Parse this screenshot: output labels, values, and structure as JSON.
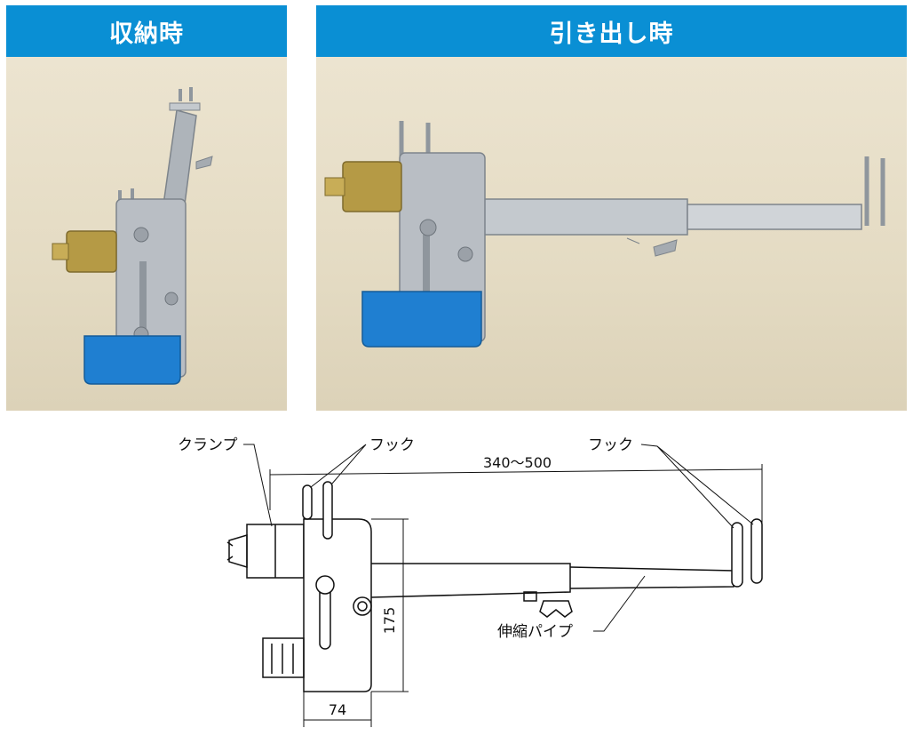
{
  "panels": {
    "stored": {
      "title": "収納時"
    },
    "extended": {
      "title": "引き出し時"
    }
  },
  "drawing": {
    "labels": {
      "clamp": "クランプ",
      "hook_left": "フック",
      "hook_right": "フック",
      "telescopic_pipe": "伸縮パイプ"
    },
    "dimensions": {
      "length": "340～500",
      "height": "175",
      "width": "74"
    }
  },
  "colors": {
    "header_blue": "#0a8fd4",
    "pad_blue": "#1f7fd1",
    "clamp_brass": "#b59a45",
    "steel": "#b9bec4"
  }
}
